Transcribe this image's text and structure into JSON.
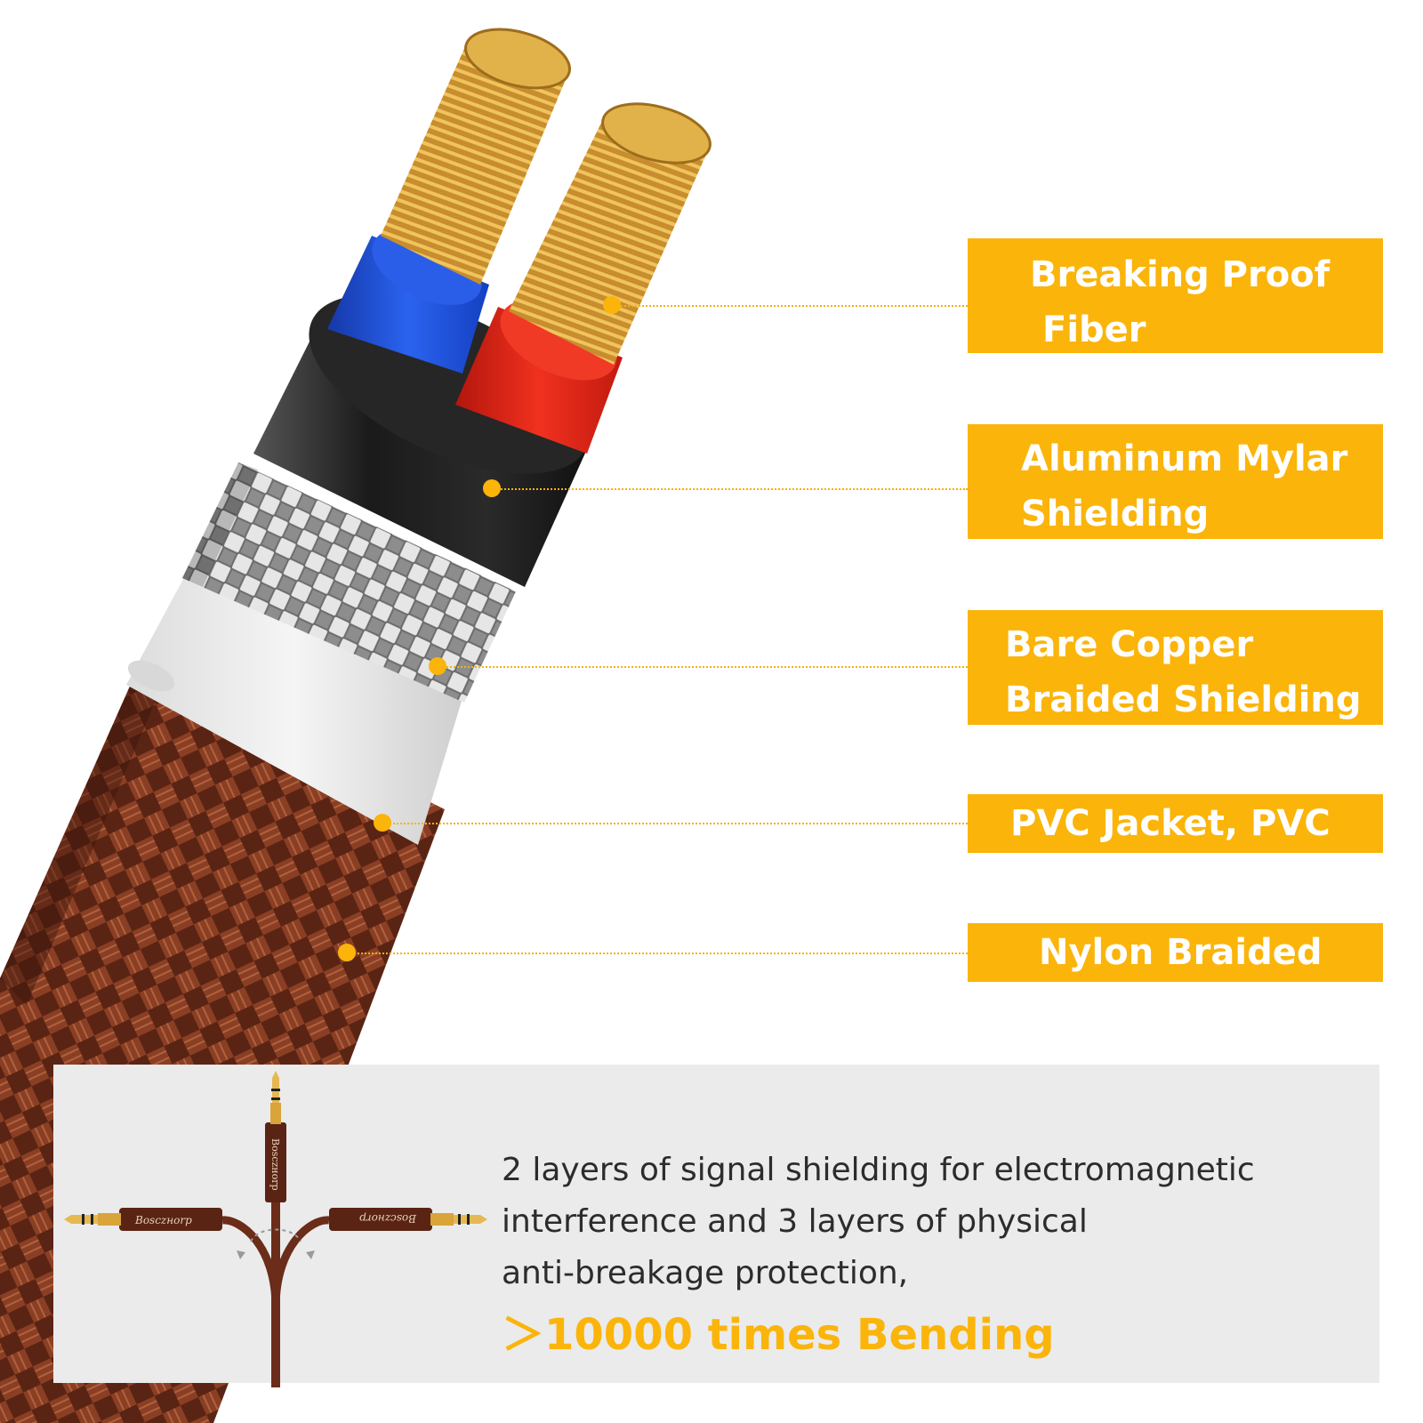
{
  "colors": {
    "label_bg": "#fbb40a",
    "label_text": "#ffffff",
    "panel_bg": "#ebebeb",
    "body_text": "#2c2c2c",
    "highlight": "#fbb40a",
    "conductor_gold": "#d9a43a",
    "insulation_blue": "#1f4fd8",
    "insulation_red": "#e0261a",
    "mylar_black": "#1c1c1c",
    "braid_silver": "#c9c9c9",
    "jacket_white": "#eeeeee",
    "nylon_brown": "#6b2c1a"
  },
  "layers": [
    {
      "id": "fiber",
      "lines": [
        "Breaking Proof",
        "Fiber"
      ]
    },
    {
      "id": "mylar",
      "lines": [
        "Aluminum Mylar",
        "Shielding"
      ]
    },
    {
      "id": "copper",
      "lines": [
        "Bare Copper",
        "Braided Shielding"
      ]
    },
    {
      "id": "pvc",
      "lines": [
        "PVC Jacket, PVC"
      ]
    },
    {
      "id": "nylon",
      "lines": [
        "Nylon Braided"
      ]
    }
  ],
  "info": {
    "line1": "2 layers of signal shielding for electromagnetic",
    "line2": "interference and 3 layers of physical",
    "line3": "anti-breakage protection,",
    "highlight": "＞10000 times Bending"
  },
  "brand": "Bosczнorp"
}
